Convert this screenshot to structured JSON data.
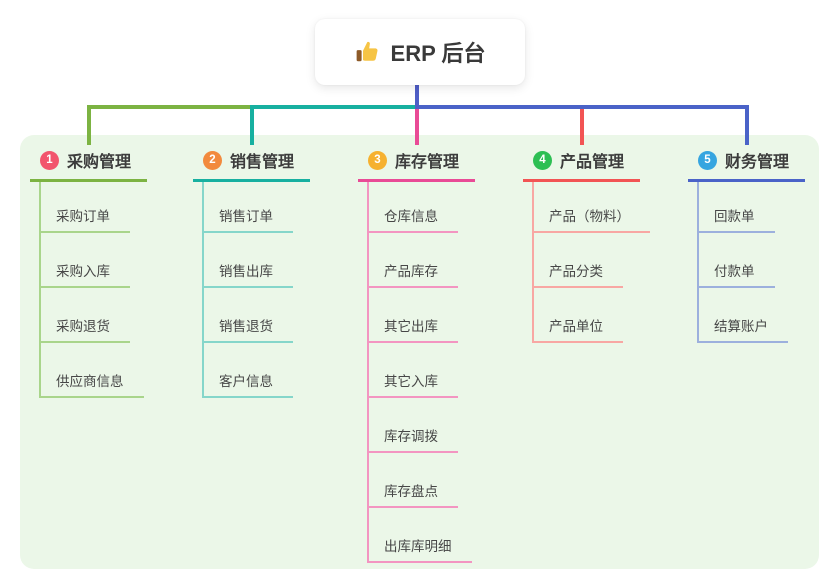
{
  "root": {
    "label": "ERP 后台",
    "icon": "thumbs-up-icon"
  },
  "branches": [
    {
      "index": "1",
      "label": "采购管理",
      "badge_color": "#f2556d",
      "line_color": "#7cb342",
      "child_line_color": "#a9d58b",
      "children": [
        "采购订单",
        "采购入库",
        "采购退货",
        "供应商信息"
      ]
    },
    {
      "index": "2",
      "label": "销售管理",
      "badge_color": "#f28a3d",
      "line_color": "#17b0a0",
      "child_line_color": "#85d6ca",
      "children": [
        "销售订单",
        "销售出库",
        "销售退货",
        "客户信息"
      ]
    },
    {
      "index": "3",
      "label": "库存管理",
      "badge_color": "#f6b12f",
      "line_color": "#e94b96",
      "child_line_color": "#f395c1",
      "children": [
        "仓库信息",
        "产品库存",
        "其它出库",
        "其它入库",
        "库存调拨",
        "库存盘点",
        "出库库明细"
      ]
    },
    {
      "index": "4",
      "label": "产品管理",
      "badge_color": "#2dbf53",
      "line_color": "#f25454",
      "child_line_color": "#f8a7a3",
      "children": [
        "产品（物料）",
        "产品分类",
        "产品单位"
      ]
    },
    {
      "index": "5",
      "label": "财务管理",
      "badge_color": "#36a5e0",
      "line_color": "#4a63c8",
      "child_line_color": "#9cb0dd",
      "children": [
        "回款单",
        "付款单",
        "结算账户"
      ]
    }
  ],
  "colors": {
    "panel_background": "#ebf7e8",
    "root_connector": "#4f5ec7",
    "root_card_background": "#ffffff"
  }
}
